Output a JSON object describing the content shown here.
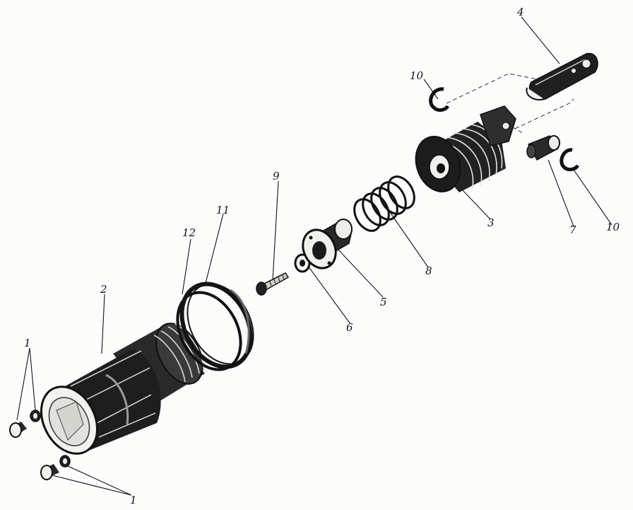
{
  "diagram": {
    "labels": {
      "screw_washer_top": "1",
      "screw_washer_bottom": "1",
      "body": "2",
      "housing": "3",
      "lever": "4",
      "plunger": "5",
      "disc": "6",
      "pin": "7",
      "spring": "8",
      "small_screw": "9",
      "clip_upper": "10",
      "clip_lower": "10",
      "ring": "11",
      "seal": "12"
    },
    "colors": {
      "ink": "#121212",
      "paper": "#fcfcfa",
      "shadow": "#1c1c1c",
      "highlight": "#e8e8e4"
    }
  }
}
